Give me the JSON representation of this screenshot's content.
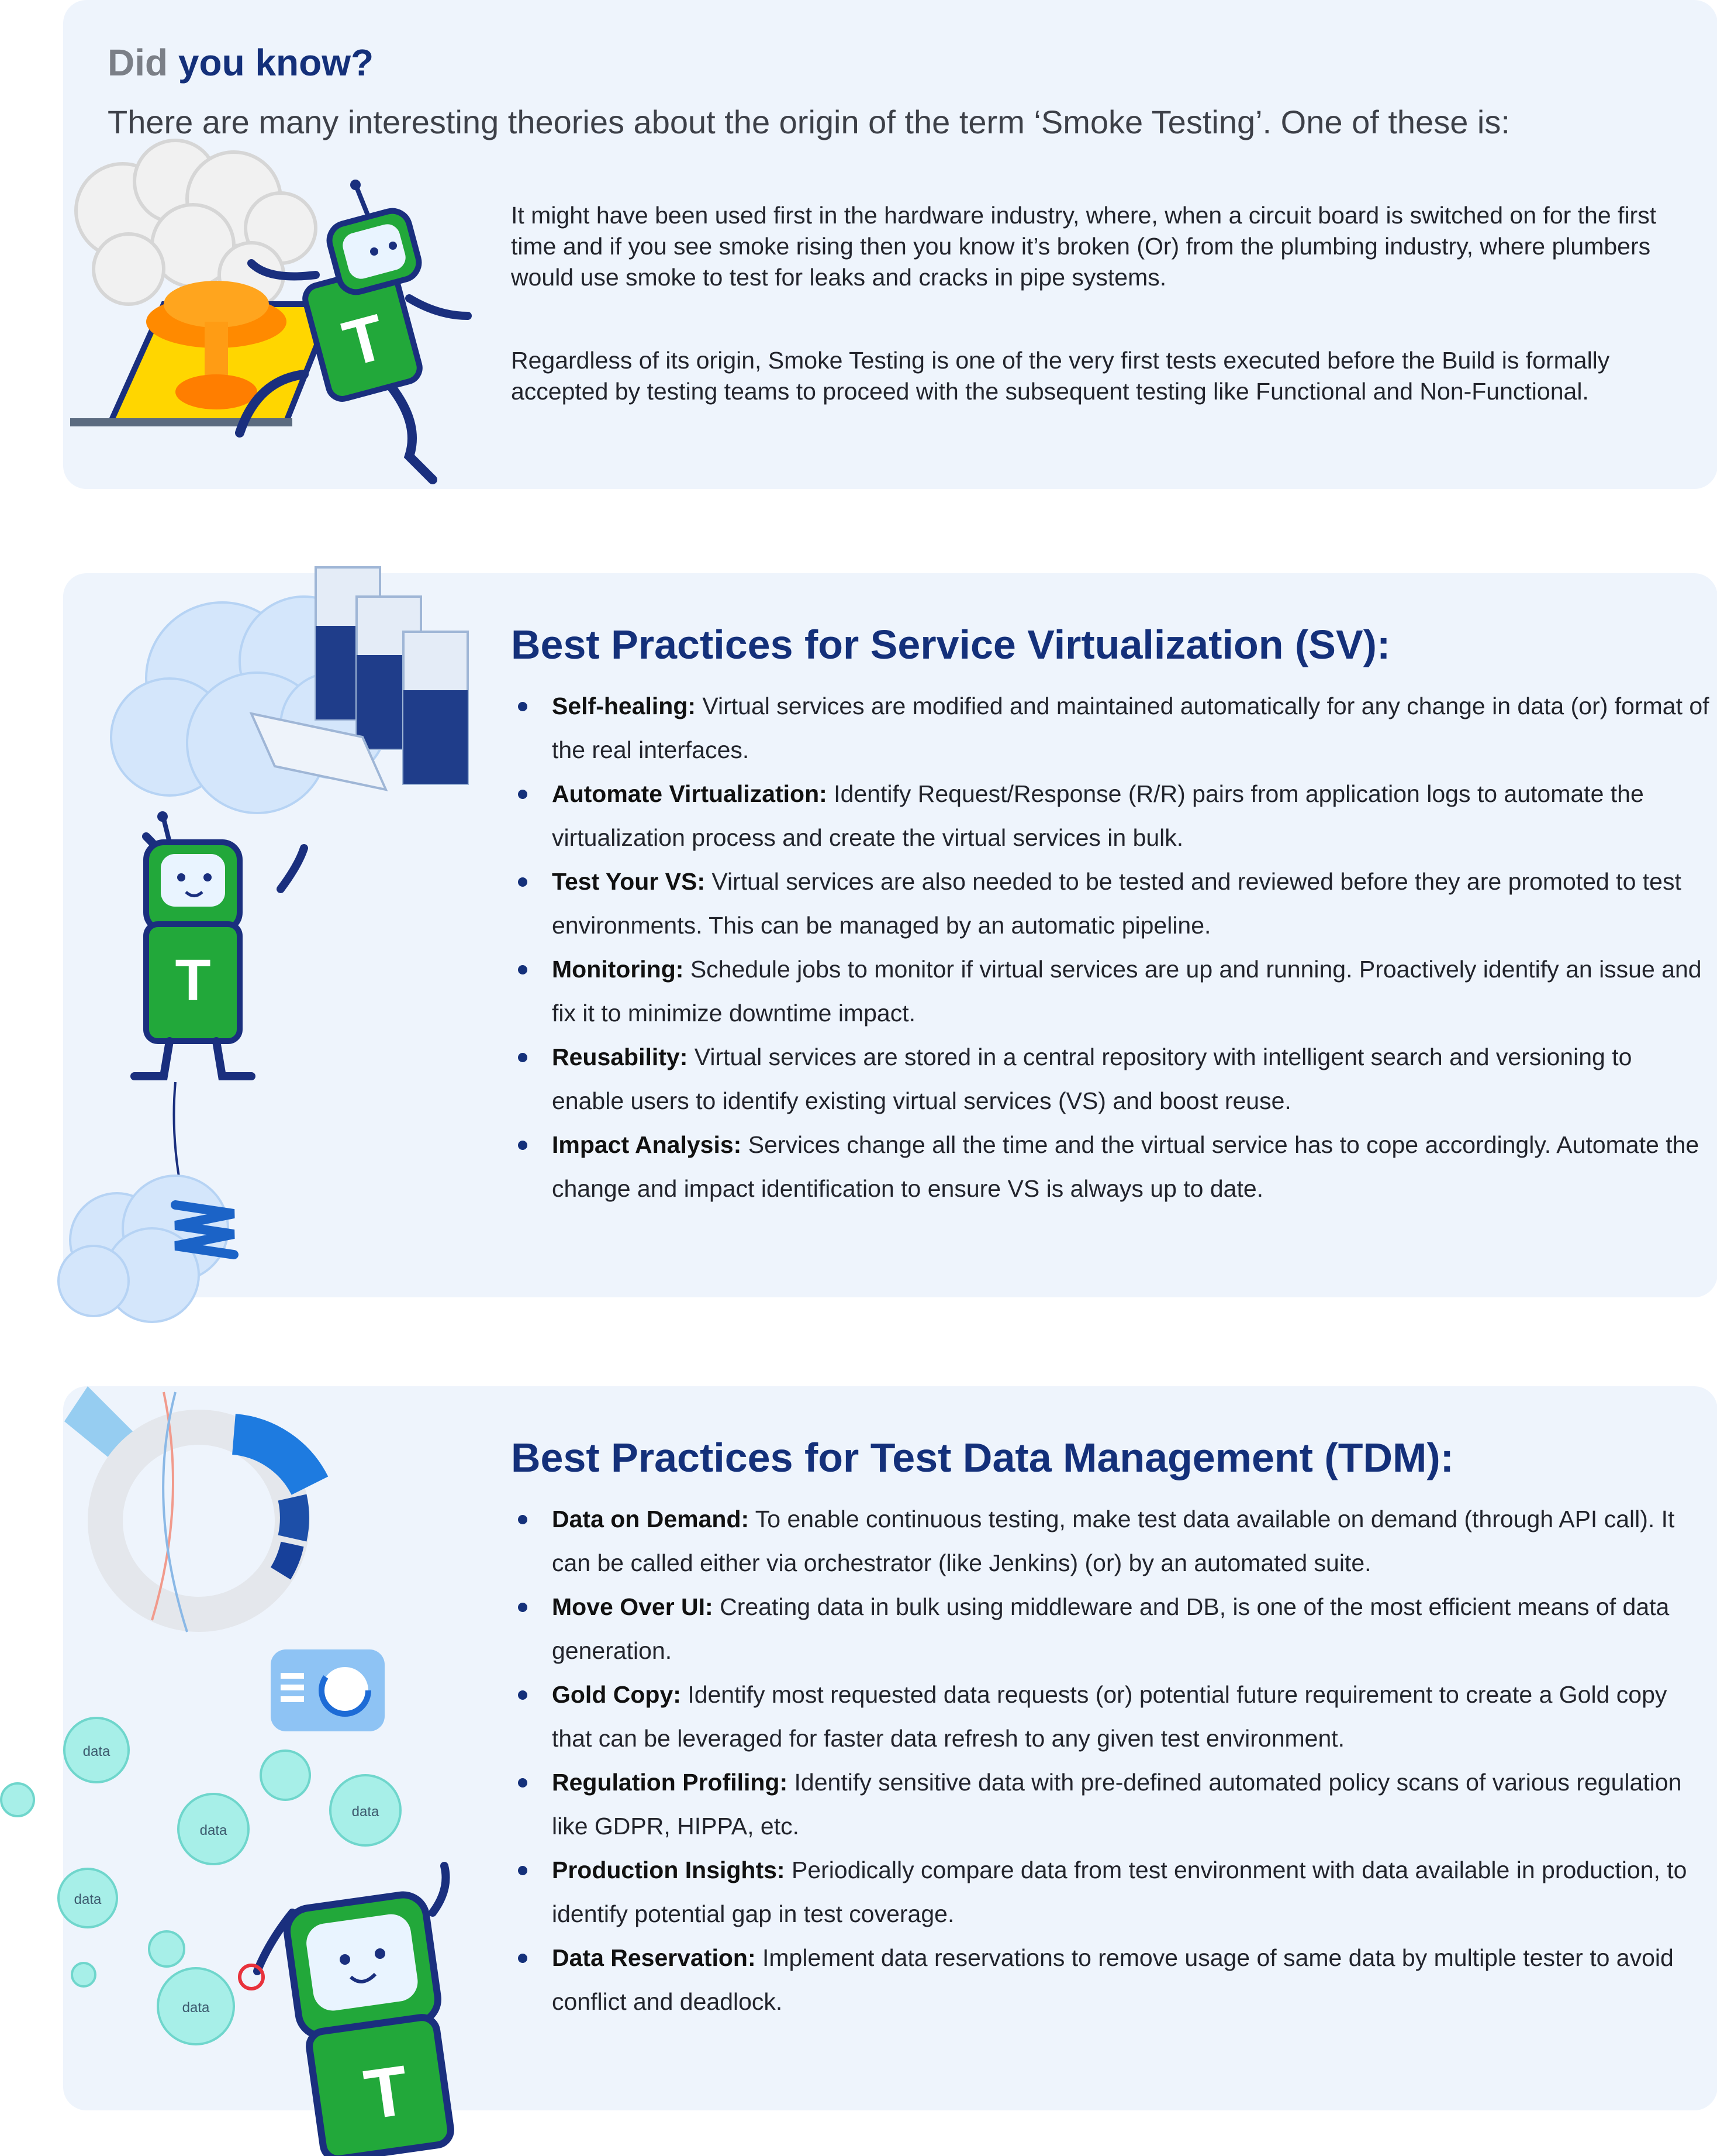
{
  "did_you_know": {
    "title_gray": "Did",
    "title_blue": "you know?",
    "subtitle": "There are many interesting theories about the origin of the term ‘Smoke Testing’. One of these is:",
    "paragraph1": "It might have been used first in the hardware industry, where, when a circuit board is switched on for the first time and if you see smoke rising then you know it’s broken (Or) from the plumbing industry, where plumbers would use smoke to test for leaks and cracks in pipe systems.",
    "paragraph2": "Regardless of its origin, Smoke Testing is one of the very first tests executed before the Build is formally accepted by testing teams to proceed with the subsequent testing like Functional and Non-Functional.",
    "mascot_letter": "T"
  },
  "sv": {
    "title": "Best Practices for Service Virtualization (SV):",
    "mascot_letter": "T",
    "items": [
      {
        "term": "Self-healing:",
        "text": " Virtual services are modified and maintained automatically for any change in data (or) format of the real interfaces."
      },
      {
        "term": "Automate Virtualization:",
        "text": " Identify Request/Response (R/R) pairs from application logs to automate the virtualization process and create the virtual services in bulk."
      },
      {
        "term": "Test Your VS:",
        "text": " Virtual services are also needed to be tested and reviewed before they are promoted to test environments. This can be managed by an automatic pipeline."
      },
      {
        "term": "Monitoring:",
        "text": " Schedule jobs to monitor if virtual services are up and running. Proactively identify an issue and fix it to minimize downtime impact."
      },
      {
        "term": "Reusability:",
        "text": "  Virtual services are stored in a central repository with intelligent search and versioning to enable users to identify existing virtual services (VS) and boost reuse."
      },
      {
        "term": "Impact Analysis:",
        "text": " Services change all the time and the virtual service has to cope accordingly. Automate the change and impact identification to ensure VS is always up to date."
      }
    ]
  },
  "tdm": {
    "title": "Best Practices for Test Data Management (TDM):",
    "mascot_letter": "T",
    "bubble_label": "data",
    "items": [
      {
        "term": "Data on Demand:",
        "text": " To enable continuous testing, make test data available on demand (through API call). It can be called either via orchestrator (like Jenkins) (or) by an automated suite."
      },
      {
        "term": "Move Over UI:",
        "text": " Creating data in bulk using middleware and DB, is one of the most efficient means of data generation."
      },
      {
        "term": "Gold Copy:",
        "text": " Identify most requested data requests (or) potential future requirement to create a Gold copy that can be leveraged for faster data refresh to any given test environment."
      },
      {
        "term": "Regulation Profiling:",
        "text": " Identify sensitive data with pre-defined automated policy scans of various regulation like GDPR, HIPPA, etc."
      },
      {
        "term": "Production Insights:",
        "text": " Periodically compare data from test environment with data available in production, to identify potential gap in test coverage."
      },
      {
        "term": "Data Reservation:",
        "text": " Implement data reservations to remove usage of same data by multiple tester to avoid conflict and deadlock."
      }
    ]
  },
  "colors": {
    "navy": "#14307a",
    "gray_title": "#7b7f87",
    "card_bg": "#eef4fc",
    "mascot_green": "#22a83a",
    "mascot_navy": "#1a2f7e"
  }
}
